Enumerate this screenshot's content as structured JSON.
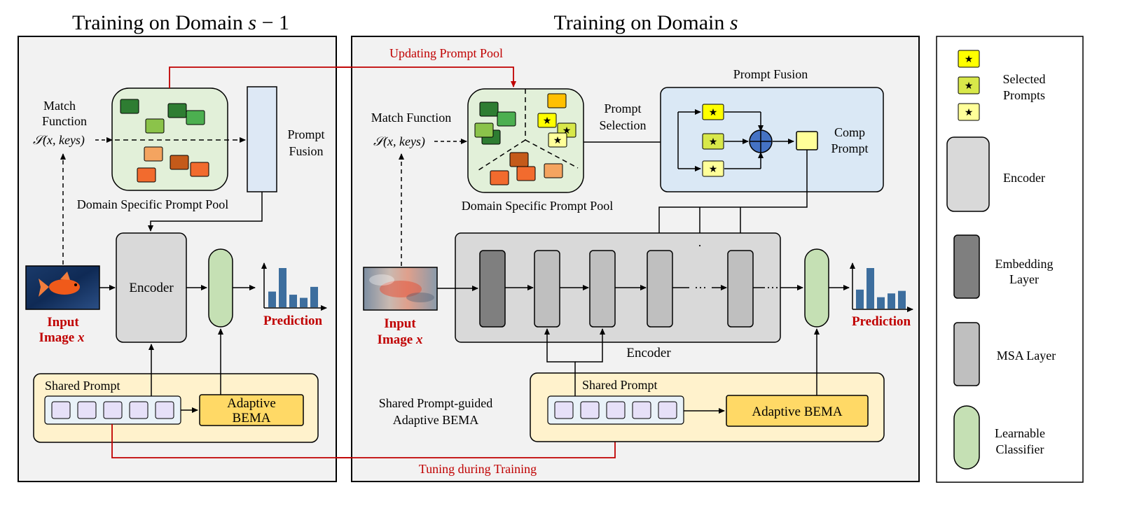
{
  "panel_left": {
    "title_text": "Training on Domain ",
    "title_var": "s",
    "title_rest": " − 1",
    "match_label_1": "Match",
    "match_label_2": "Function",
    "match_formula": "𝒮(x, keys)",
    "pool_label": "Domain Specific Prompt Pool",
    "fusion_label_1": "Prompt",
    "fusion_label_2": "Fusion",
    "encoder_label": "Encoder",
    "input_label_1": "Input",
    "input_label_2": "Image ",
    "input_var": "x",
    "prediction_label": "Prediction",
    "shared_prompt_label": "Shared Prompt",
    "bema_label_1": "Adaptive",
    "bema_label_2": "BEMA",
    "histogram_values": [
      2,
      5,
      1.6,
      1.2,
      2.6
    ]
  },
  "panel_right": {
    "title_text": "Training on Domain ",
    "title_var": "s",
    "updating_label": "Updating Prompt Pool",
    "match_label": "Match Function",
    "match_formula": "𝒮(x, keys)",
    "pool_label": "Domain Specific Prompt Pool",
    "selection_label_1": "Prompt",
    "selection_label_2": "Selection",
    "fusion_title": "Prompt Fusion",
    "comp_label_1": "Comp",
    "comp_label_2": "Prompt",
    "encoder_label": "Encoder",
    "ellipsis": "···",
    "input_label_1": "Input",
    "input_label_2": "Image ",
    "input_var": "x",
    "prediction_label": "Prediction",
    "shared_guided_label_1": "Shared Prompt-guided",
    "shared_guided_label_2": "Adaptive BEMA",
    "shared_prompt_label": "Shared Prompt",
    "bema_label": "Adaptive BEMA",
    "tuning_label": "Tuning during Training",
    "histogram_values": [
      1.5,
      3.2,
      0.9,
      1.2,
      1.4
    ]
  },
  "legend": {
    "selected_1": "Selected",
    "selected_2": "Prompts",
    "encoder": "Encoder",
    "embedding_1": "Embedding",
    "embedding_2": "Layer",
    "msa": "MSA Layer",
    "classifier_1": "Learnable",
    "classifier_2": "Classifier"
  },
  "colors": {
    "panel_bg": "#f2f2f2",
    "pool_bg": "#e2f0d9",
    "fusion_bg": "#dae8f5",
    "shared_bg": "#fff2cc",
    "bema": "#ffd966",
    "classifier": "#c5e0b4",
    "prompt_token": "#e6e0f8",
    "red_line": "#c00000",
    "bar": "#3d6e9e"
  }
}
